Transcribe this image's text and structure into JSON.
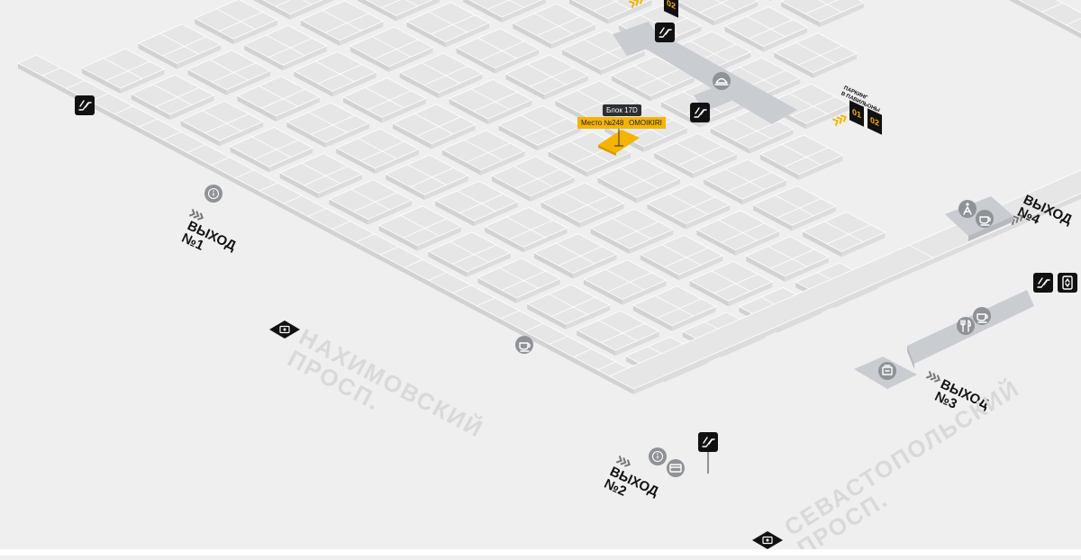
{
  "map": {
    "background": "#efefef",
    "block_top_color": "#e6e6e6",
    "block_edge_color": "#d2d2d2",
    "block_right_color": "#dcdcdc",
    "special_zone_color": "#c9ccd1",
    "highlight_color": "#f5b400"
  },
  "selected_place": {
    "block_label": "Блок 17D",
    "place_label": "Место №248",
    "shop_label": "OMOIKIRI"
  },
  "parking": {
    "label_line1": "ПАРКИНГ",
    "label_line2": "В ПАВИЛЬОНЫ",
    "badges": [
      "01",
      "02"
    ],
    "top_badge": "02"
  },
  "exits": [
    {
      "line1": "ВЫХОД",
      "line2": "№1"
    },
    {
      "line1": "ВЫХОД",
      "line2": "№2"
    },
    {
      "line1": "ВЫХОД",
      "line2": "№3"
    },
    {
      "line1": "ВЫХОД",
      "line2": "№4"
    }
  ],
  "streets": [
    {
      "line1": "НАХИМОВСКИЙ",
      "line2": "ПРОСП."
    },
    {
      "line1": "СЕВАСТОПОЛЬСКИЙ",
      "line2": "ПРОСП."
    }
  ],
  "icons": [
    "escalator-icon",
    "info-icon",
    "cafe-icon",
    "food-court-icon",
    "atm-icon",
    "elevator-icon",
    "toilet-icon",
    "restaurant-icon",
    "map-marker-icon",
    "payment-terminal-icon"
  ]
}
